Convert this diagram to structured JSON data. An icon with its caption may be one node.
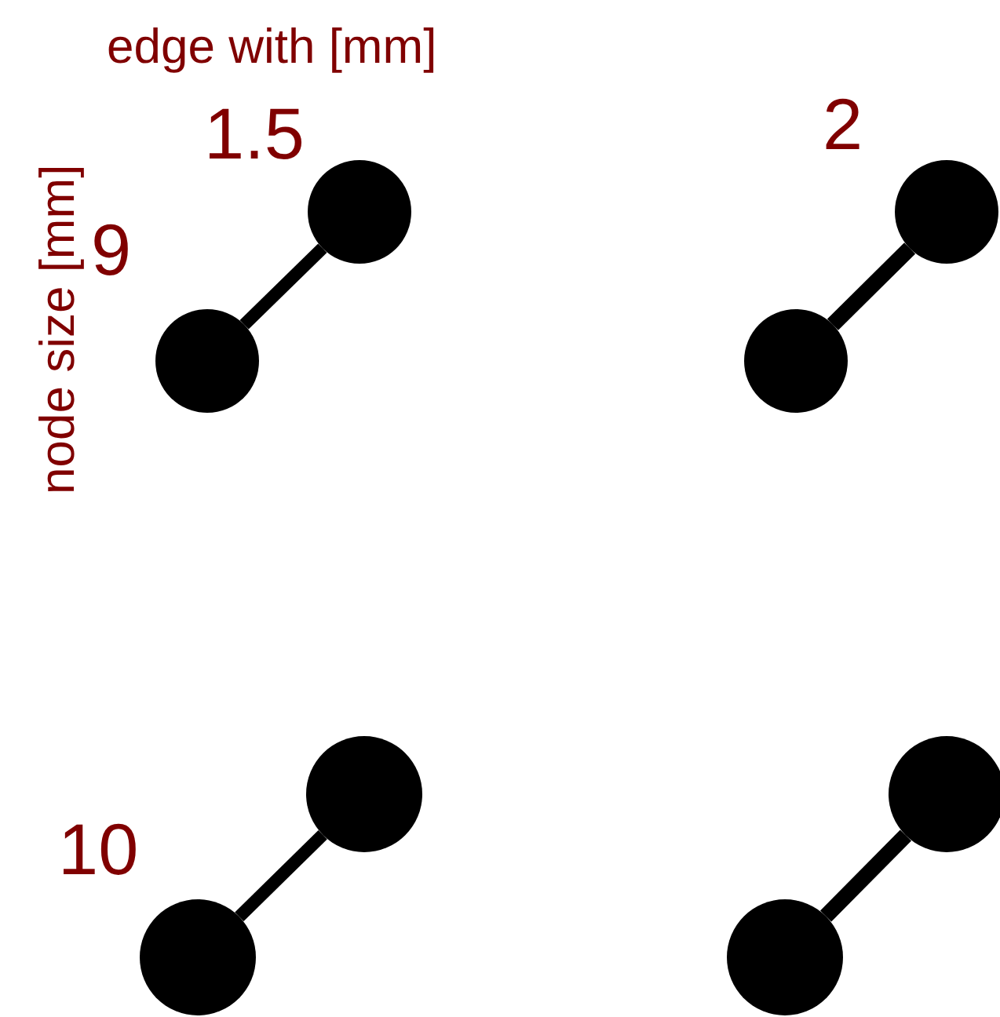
{
  "diagram": {
    "nodes": [
      {
        "text": [],
        "shape": "circle"
      },
      {
        "text": [],
        "shape": "circle"
      },
      {
        "text": [],
        "shape": "circle"
      },
      {
        "text": [],
        "shape": "circle"
      },
      {
        "text": [],
        "shape": "circle"
      },
      {
        "text": [],
        "shape": "circle"
      },
      {
        "text": [],
        "shape": "circle"
      },
      {
        "text": [],
        "shape": "circle"
      }
    ],
    "edges": [
      {
        "from": 1,
        "to": 0,
        "arrow": "none"
      },
      {
        "from": 3,
        "to": 2,
        "arrow": "none"
      },
      {
        "from": 5,
        "to": 4,
        "arrow": "none"
      },
      {
        "from": 7,
        "to": 6,
        "arrow": "none"
      }
    ],
    "labels": [
      "edge with [mm]",
      "1.5",
      "2",
      "node size [mm]",
      "9",
      "10"
    ]
  }
}
